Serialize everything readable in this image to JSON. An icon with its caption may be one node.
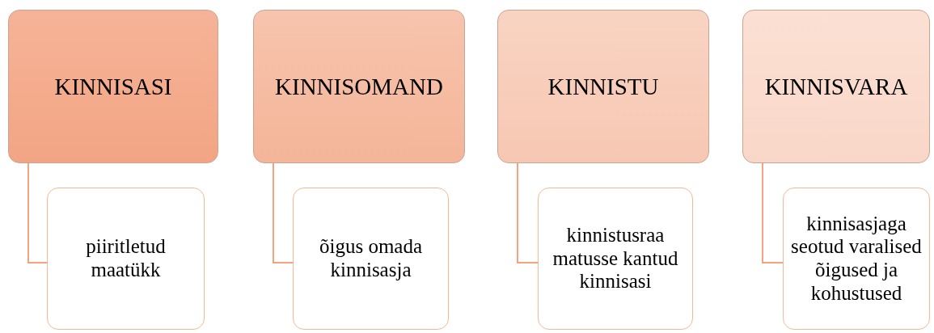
{
  "diagram": {
    "nodes": [
      {
        "text": [
          "KINNISASI"
        ]
      },
      {
        "text": [
          "KINNISOMAND"
        ]
      },
      {
        "text": [
          "KINNISTU"
        ]
      },
      {
        "text": [
          "KINNISVARA"
        ]
      },
      {
        "text": [
          "piiritletud maatükk"
        ]
      },
      {
        "text": [
          "õigus omada kinnisasja"
        ]
      },
      {
        "text": [
          "kinnistusraa matusse kantud kinnisasi"
        ]
      },
      {
        "text": [
          "kinnisasjaga seotud varalised õigused ja kohustused"
        ]
      }
    ],
    "edges": [
      {
        "from": 0,
        "to": 4,
        "arrow": "none"
      },
      {
        "from": 1,
        "to": 5,
        "arrow": "none"
      },
      {
        "from": 2,
        "to": 6,
        "arrow": "none"
      },
      {
        "from": 3,
        "to": 7,
        "arrow": "none"
      }
    ]
  }
}
